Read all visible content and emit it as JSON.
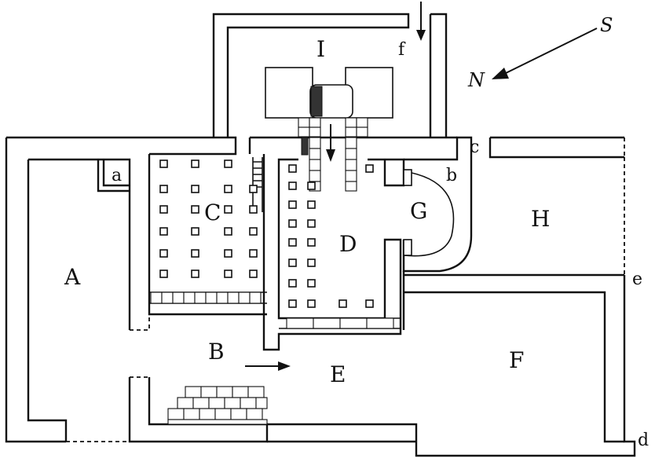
{
  "figure": {
    "room_labels": {
      "A": "A",
      "B": "B",
      "C": "C",
      "D": "D",
      "E": "E",
      "F": "F",
      "G": "G",
      "H": "H",
      "I": "I"
    },
    "point_labels": {
      "a": "a",
      "b": "b",
      "c": "c",
      "d": "d",
      "e": "e",
      "f": "f"
    },
    "compass": {
      "south": "S",
      "north": "N"
    },
    "colors": {
      "ink": "#111111",
      "paper": "#ffffff"
    }
  }
}
